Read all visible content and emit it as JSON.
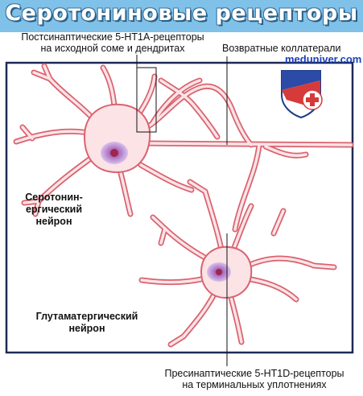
{
  "title": "Серотониновые рецепторы",
  "labels": {
    "postsynaptic_line1": "Постсинаптические 5-HT1A-рецепторы",
    "postsynaptic_line2": "на исходной соме и дендритах",
    "recurrent_collaterals": "Возвратные коллатерали",
    "serotonergic_line1": "Серотонин-",
    "serotonergic_line2": "ергический",
    "serotonergic_line3": "нейрон",
    "glutamatergic_line1": "Глутаматергический",
    "glutamatergic_line2": "нейрон",
    "presynaptic_line1": "Пресинаптические 5-HT1D-рецепторы",
    "presynaptic_line2": "на терминальных уплотнениях"
  },
  "watermark": {
    "site": "meduniver.com",
    "logo_icon": "medical-shield-cross-icon"
  },
  "colors": {
    "banner": "#7fc1e8",
    "neuron_fill": "#fbe3e6",
    "neuron_stroke": "#d9636f",
    "nucleus": "#c49ad8",
    "frame": "#1d2a57"
  }
}
